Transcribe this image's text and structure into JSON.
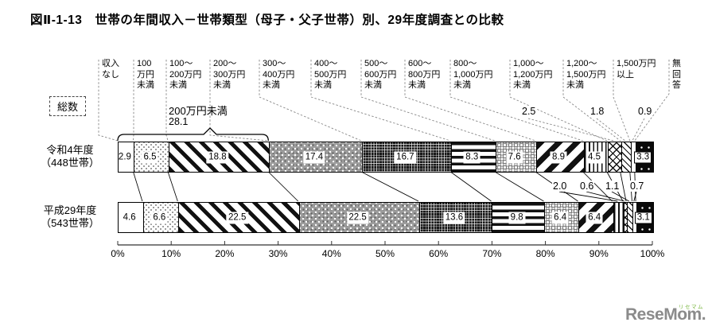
{
  "page": {
    "title": "図Ⅱ-1-13　世帯の年間収入－世帯類型（母子・父子世帯）別、29年度調査との比較"
  },
  "chart_data": {
    "type": "bar",
    "subtype": "horizontal-stacked-100pct",
    "group_label": "総数",
    "unit": "%",
    "categories": [
      {
        "name": "収入なし",
        "header": "収入\nなし",
        "pattern": "plain-white"
      },
      {
        "name": "100万円未満",
        "header": "100\n万円\n未満",
        "pattern": "light-dots"
      },
      {
        "name": "100～200万円未満",
        "header": "100～\n200万円\n未満",
        "pattern": "diagonal-bold-up"
      },
      {
        "name": "200～300万円未満",
        "header": "200～\n300万円\n未満",
        "pattern": "gray-speckle"
      },
      {
        "name": "300～400万円未満",
        "header": "300～\n400万円\n未満",
        "pattern": "dark-grid"
      },
      {
        "name": "400～500万円未満",
        "header": "400～\n500万円\n未満",
        "pattern": "horizontal-stripes"
      },
      {
        "name": "500～600万円未満",
        "header": "500～\n600万円\n未満",
        "pattern": "ring-lattice"
      },
      {
        "name": "600～800万円未満",
        "header": "600～\n800万円\n未満",
        "pattern": "diagonal-bold-down"
      },
      {
        "name": "800～1,000万円未満",
        "header": "800～\n1,000万円\n未満",
        "pattern": "vertical-stripes"
      },
      {
        "name": "1,000～1,200万円未満",
        "header": "1,000～\n1,200万円\n未満",
        "pattern": "cross-lattice"
      },
      {
        "name": "1,200～1,500万円未満",
        "header": "1,200～\n1,500万円\n未満",
        "pattern": "diagonal-thin"
      },
      {
        "name": "1,500万円以上",
        "header": "1,500万円\n以上",
        "pattern": "plain-white-thin"
      },
      {
        "name": "無回答",
        "header": "無回答",
        "pattern": "black-dots"
      }
    ],
    "series": [
      {
        "name": "令和4年度",
        "sub": "（448世帯）",
        "households": 448,
        "values": [
          2.9,
          6.5,
          18.8,
          17.4,
          16.7,
          8.3,
          7.6,
          8.9,
          4.5,
          2.5,
          1.8,
          0.9,
          3.3
        ]
      },
      {
        "name": "平成29年度",
        "sub": "（543世帯）",
        "households": 543,
        "values": [
          4.6,
          6.6,
          22.5,
          22.5,
          13.6,
          9.8,
          6.4,
          6.4,
          2.0,
          0.6,
          1.1,
          0.7,
          3.1
        ]
      }
    ],
    "annotation": {
      "label": "200万円未満",
      "value": "28.1",
      "span_categories": [
        "収入なし",
        "100万円未満",
        "100～200万円未満"
      ]
    },
    "x_axis": {
      "min": 0,
      "max": 100,
      "step": 10,
      "ticks": [
        "0%",
        "10%",
        "20%",
        "30%",
        "40%",
        "50%",
        "60%",
        "70%",
        "80%",
        "90%",
        "100%"
      ]
    },
    "legend_position": "top-header-labels",
    "grid": false
  },
  "footer": {
    "logo_text": "ReseMom.",
    "logo_ruby": "リセマム",
    "logo_color": "#8b8b8b",
    "ruby_color": "#76b43a"
  }
}
